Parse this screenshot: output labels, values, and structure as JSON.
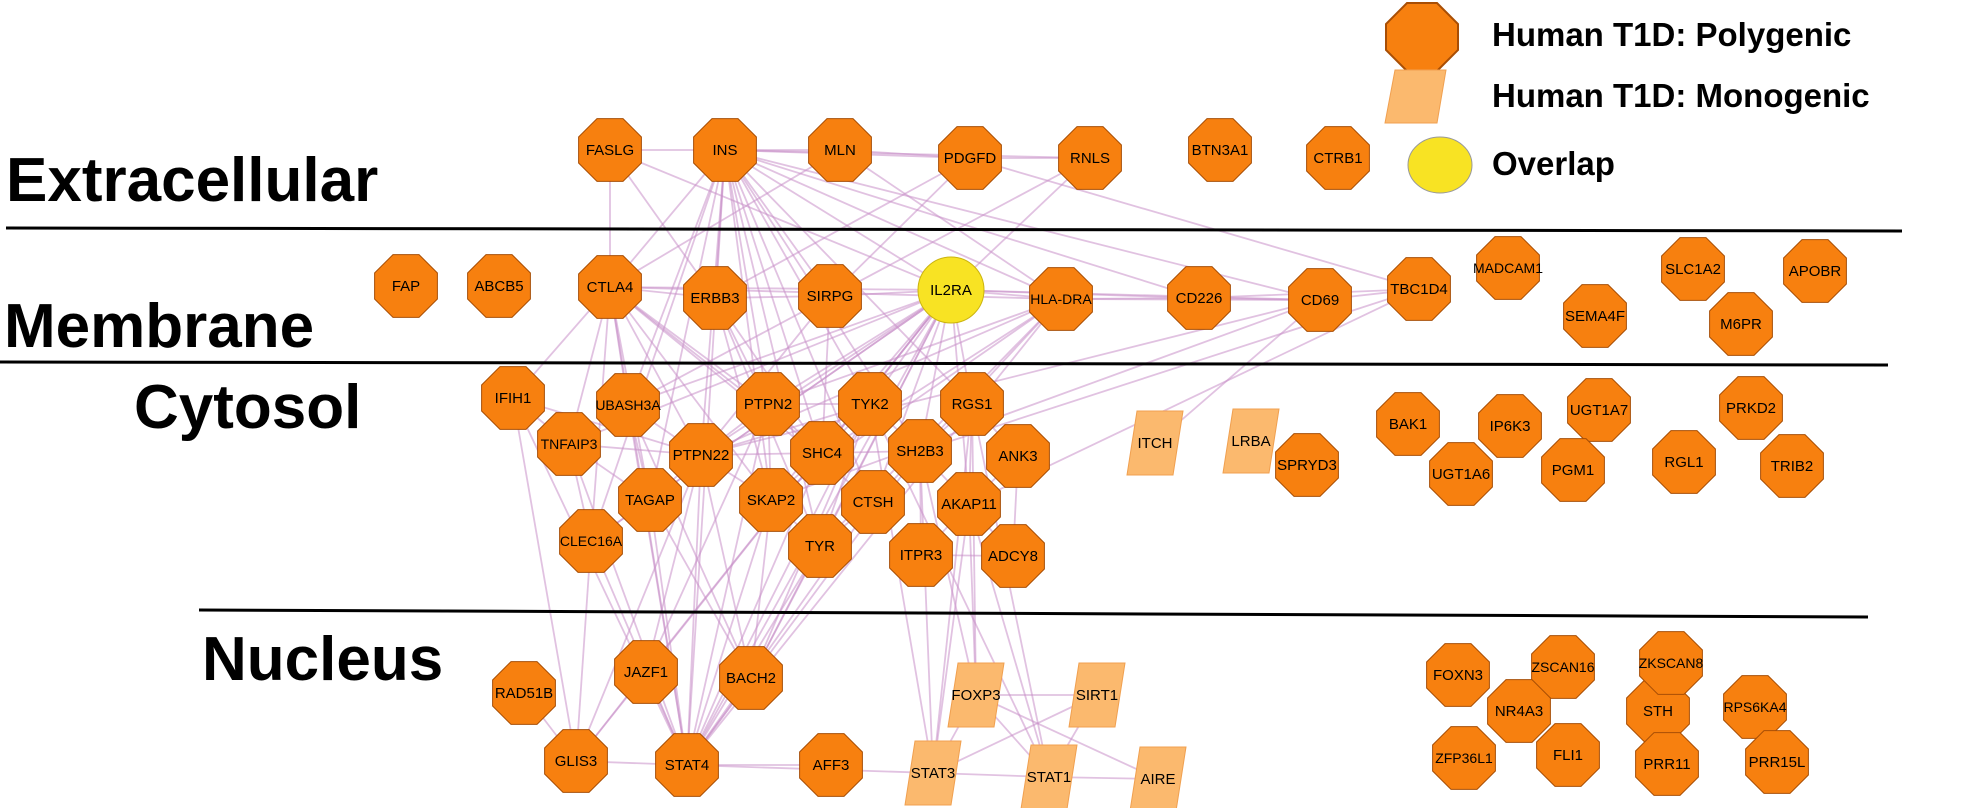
{
  "legend": {
    "polygenic": "Human T1D: Polygenic",
    "monogenic": "Human T1D: Monogenic",
    "overlap": "Overlap"
  },
  "regions": {
    "extracellular": "Extracellular",
    "membrane": "Membrane",
    "cytosol": "Cytosol",
    "nucleus": "Nucleus"
  },
  "colors": {
    "polygenic_fill": "#f7800f",
    "polygenic_stroke": "#a84e05",
    "monogenic_fill": "#fbb96e",
    "overlap_fill": "#f8e323",
    "edge": "#c98fc9"
  },
  "nodes": [
    {
      "id": "FASLG",
      "type": "polygenic"
    },
    {
      "id": "INS",
      "type": "polygenic"
    },
    {
      "id": "MLN",
      "type": "polygenic"
    },
    {
      "id": "PDGFD",
      "type": "polygenic"
    },
    {
      "id": "RNLS",
      "type": "polygenic"
    },
    {
      "id": "BTN3A1",
      "type": "polygenic"
    },
    {
      "id": "CTRB1",
      "type": "polygenic"
    },
    {
      "id": "FAP",
      "type": "polygenic"
    },
    {
      "id": "ABCB5",
      "type": "polygenic"
    },
    {
      "id": "CTLA4",
      "type": "polygenic"
    },
    {
      "id": "ERBB3",
      "type": "polygenic"
    },
    {
      "id": "SIRPG",
      "type": "polygenic"
    },
    {
      "id": "IL2RA",
      "type": "overlap"
    },
    {
      "id": "HLA-DRA",
      "type": "polygenic"
    },
    {
      "id": "CD226",
      "type": "polygenic"
    },
    {
      "id": "CD69",
      "type": "polygenic"
    },
    {
      "id": "TBC1D4",
      "type": "polygenic"
    },
    {
      "id": "MADCAM1",
      "type": "polygenic"
    },
    {
      "id": "SEMA4F",
      "type": "polygenic"
    },
    {
      "id": "SLC1A2",
      "type": "polygenic"
    },
    {
      "id": "M6PR",
      "type": "polygenic"
    },
    {
      "id": "APOBR",
      "type": "polygenic"
    },
    {
      "id": "IFIH1",
      "type": "polygenic"
    },
    {
      "id": "UBASH3A",
      "type": "polygenic"
    },
    {
      "id": "PTPN2",
      "type": "polygenic"
    },
    {
      "id": "TYK2",
      "type": "polygenic"
    },
    {
      "id": "RGS1",
      "type": "polygenic"
    },
    {
      "id": "TNFAIP3",
      "type": "polygenic"
    },
    {
      "id": "PTPN22",
      "type": "polygenic"
    },
    {
      "id": "SHC4",
      "type": "polygenic"
    },
    {
      "id": "SH2B3",
      "type": "polygenic"
    },
    {
      "id": "ANK3",
      "type": "polygenic"
    },
    {
      "id": "TAGAP",
      "type": "polygenic"
    },
    {
      "id": "SKAP2",
      "type": "polygenic"
    },
    {
      "id": "CTSH",
      "type": "polygenic"
    },
    {
      "id": "AKAP11",
      "type": "polygenic"
    },
    {
      "id": "CLEC16A",
      "type": "polygenic"
    },
    {
      "id": "TYR",
      "type": "polygenic"
    },
    {
      "id": "ITPR3",
      "type": "polygenic"
    },
    {
      "id": "ADCY8",
      "type": "polygenic"
    },
    {
      "id": "ITCH",
      "type": "monogenic"
    },
    {
      "id": "LRBA",
      "type": "monogenic"
    },
    {
      "id": "SPRYD3",
      "type": "polygenic"
    },
    {
      "id": "BAK1",
      "type": "polygenic"
    },
    {
      "id": "IP6K3",
      "type": "polygenic"
    },
    {
      "id": "UGT1A6",
      "type": "polygenic"
    },
    {
      "id": "UGT1A7",
      "type": "polygenic"
    },
    {
      "id": "PGM1",
      "type": "polygenic"
    },
    {
      "id": "RGL1",
      "type": "polygenic"
    },
    {
      "id": "PRKD2",
      "type": "polygenic"
    },
    {
      "id": "TRIB2",
      "type": "polygenic"
    },
    {
      "id": "RAD51B",
      "type": "polygenic"
    },
    {
      "id": "JAZF1",
      "type": "polygenic"
    },
    {
      "id": "BACH2",
      "type": "polygenic"
    },
    {
      "id": "GLIS3",
      "type": "polygenic"
    },
    {
      "id": "STAT4",
      "type": "polygenic"
    },
    {
      "id": "AFF3",
      "type": "polygenic"
    },
    {
      "id": "FOXP3",
      "type": "monogenic"
    },
    {
      "id": "SIRT1",
      "type": "monogenic"
    },
    {
      "id": "STAT3",
      "type": "monogenic"
    },
    {
      "id": "STAT1",
      "type": "monogenic"
    },
    {
      "id": "AIRE",
      "type": "monogenic"
    },
    {
      "id": "FOXN3",
      "type": "polygenic"
    },
    {
      "id": "ZSCAN16",
      "type": "polygenic"
    },
    {
      "id": "NR4A3",
      "type": "polygenic"
    },
    {
      "id": "ZFP36L1",
      "type": "polygenic"
    },
    {
      "id": "FLI1",
      "type": "polygenic"
    },
    {
      "id": "STH",
      "type": "polygenic"
    },
    {
      "id": "ZKSCAN8",
      "type": "polygenic"
    },
    {
      "id": "RPS6KA4",
      "type": "polygenic"
    },
    {
      "id": "PRR11",
      "type": "polygenic"
    },
    {
      "id": "PRR15L",
      "type": "polygenic"
    }
  ],
  "edges": [
    [
      "INS",
      "MLN"
    ],
    [
      "INS",
      "PDGFD"
    ],
    [
      "INS",
      "RNLS"
    ],
    [
      "INS",
      "FASLG"
    ],
    [
      "INS",
      "CTLA4"
    ],
    [
      "INS",
      "ERBB3"
    ],
    [
      "INS",
      "SIRPG"
    ],
    [
      "INS",
      "IL2RA"
    ],
    [
      "INS",
      "HLA-DRA"
    ],
    [
      "INS",
      "CD226"
    ],
    [
      "INS",
      "CD69"
    ],
    [
      "INS",
      "PTPN22"
    ],
    [
      "INS",
      "PTPN2"
    ],
    [
      "INS",
      "TYK2"
    ],
    [
      "INS",
      "SHC4"
    ],
    [
      "INS",
      "SKAP2"
    ],
    [
      "INS",
      "TYR"
    ],
    [
      "INS",
      "CTSH"
    ],
    [
      "INS",
      "RGS1"
    ],
    [
      "INS",
      "UBASH3A"
    ],
    [
      "INS",
      "TAGAP"
    ],
    [
      "INS",
      "STAT4"
    ],
    [
      "INS",
      "CLEC16A"
    ],
    [
      "INS",
      "SH2B3"
    ],
    [
      "MLN",
      "PDGFD"
    ],
    [
      "MLN",
      "HLA-DRA"
    ],
    [
      "MLN",
      "CTLA4"
    ],
    [
      "PDGFD",
      "ERBB3"
    ],
    [
      "PDGFD",
      "SIRPG"
    ],
    [
      "PDGFD",
      "TBC1D4"
    ],
    [
      "PDGFD",
      "RNLS"
    ],
    [
      "FASLG",
      "CTLA4"
    ],
    [
      "FASLG",
      "ERBB3"
    ],
    [
      "FASLG",
      "IL2RA"
    ],
    [
      "RNLS",
      "IL2RA"
    ],
    [
      "RNLS",
      "UBASH3A"
    ],
    [
      "CTLA4",
      "ERBB3"
    ],
    [
      "CTLA4",
      "IL2RA"
    ],
    [
      "CTLA4",
      "PTPN22"
    ],
    [
      "CTLA4",
      "UBASH3A"
    ],
    [
      "CTLA4",
      "STAT4"
    ],
    [
      "CTLA4",
      "TNFAIP3"
    ],
    [
      "CTLA4",
      "TAGAP"
    ],
    [
      "CTLA4",
      "CLEC16A"
    ],
    [
      "CTLA4",
      "SHC4"
    ],
    [
      "CTLA4",
      "PTPN2"
    ],
    [
      "CTLA4",
      "SKAP2"
    ],
    [
      "CTLA4",
      "IFIH1"
    ],
    [
      "CTLA4",
      "CTSH"
    ],
    [
      "ERBB3",
      "SIRPG"
    ],
    [
      "ERBB3",
      "SHC4"
    ],
    [
      "ERBB3",
      "PTPN2"
    ],
    [
      "ERBB3",
      "TYR"
    ],
    [
      "ERBB3",
      "SKAP2"
    ],
    [
      "SIRPG",
      "IL2RA"
    ],
    [
      "SIRPG",
      "PTPN22"
    ],
    [
      "SIRPG",
      "SHC4"
    ],
    [
      "IL2RA",
      "HLA-DRA"
    ],
    [
      "IL2RA",
      "CD226"
    ],
    [
      "IL2RA",
      "CD69"
    ],
    [
      "IL2RA",
      "PTPN22"
    ],
    [
      "IL2RA",
      "PTPN2"
    ],
    [
      "IL2RA",
      "TYK2"
    ],
    [
      "IL2RA",
      "UBASH3A"
    ],
    [
      "IL2RA",
      "STAT4"
    ],
    [
      "IL2RA",
      "SH2B3"
    ],
    [
      "IL2RA",
      "RGS1"
    ],
    [
      "IL2RA",
      "SHC4"
    ],
    [
      "IL2RA",
      "TAGAP"
    ],
    [
      "IL2RA",
      "SKAP2"
    ],
    [
      "IL2RA",
      "TNFAIP3"
    ],
    [
      "IL2RA",
      "CLEC16A"
    ],
    [
      "IL2RA",
      "CTSH"
    ],
    [
      "IL2RA",
      "BACH2"
    ],
    [
      "IL2RA",
      "GLIS3"
    ],
    [
      "IL2RA",
      "TYR"
    ],
    [
      "IL2RA",
      "JAZF1"
    ],
    [
      "IL2RA",
      "AKAP11"
    ],
    [
      "HLA-DRA",
      "CD226"
    ],
    [
      "HLA-DRA",
      "CD69"
    ],
    [
      "HLA-DRA",
      "PTPN22"
    ],
    [
      "HLA-DRA",
      "CTSH"
    ],
    [
      "HLA-DRA",
      "CTLA4"
    ],
    [
      "HLA-DRA",
      "TYR"
    ],
    [
      "HLA-DRA",
      "STAT4"
    ],
    [
      "HLA-DRA",
      "SKAP2"
    ],
    [
      "HLA-DRA",
      "SHC4"
    ],
    [
      "HLA-DRA",
      "PTPN2"
    ],
    [
      "CD226",
      "CD69"
    ],
    [
      "CD226",
      "TBC1D4"
    ],
    [
      "CD69",
      "TBC1D4"
    ],
    [
      "CD69",
      "PTPN22"
    ],
    [
      "CD69",
      "SKAP2"
    ],
    [
      "TBC1D4",
      "AKAP11"
    ],
    [
      "TBC1D4",
      "SH2B3"
    ],
    [
      "IFIH1",
      "TNFAIP3"
    ],
    [
      "IFIH1",
      "GLIS3"
    ],
    [
      "IFIH1",
      "PTPN22"
    ],
    [
      "IFIH1",
      "STAT4"
    ],
    [
      "UBASH3A",
      "PTPN22"
    ],
    [
      "UBASH3A",
      "STAT4"
    ],
    [
      "UBASH3A",
      "BACH2"
    ],
    [
      "UBASH3A",
      "TAGAP"
    ],
    [
      "PTPN2",
      "TYK2"
    ],
    [
      "PTPN2",
      "PTPN22"
    ],
    [
      "PTPN2",
      "SHC4"
    ],
    [
      "PTPN2",
      "STAT4"
    ],
    [
      "PTPN2",
      "JAZF1"
    ],
    [
      "PTPN2",
      "SKAP2"
    ],
    [
      "TYK2",
      "SH2B3"
    ],
    [
      "TYK2",
      "STAT4"
    ],
    [
      "TYK2",
      "STAT3"
    ],
    [
      "TYK2",
      "PTPN22"
    ],
    [
      "TYK2",
      "SHC4"
    ],
    [
      "TYK2",
      "BACH2"
    ],
    [
      "TYK2",
      "STAT1"
    ],
    [
      "TYK2",
      "TYR"
    ],
    [
      "RGS1",
      "SH2B3"
    ],
    [
      "RGS1",
      "STAT1"
    ],
    [
      "RGS1",
      "STAT3"
    ],
    [
      "RGS1",
      "ANK3"
    ],
    [
      "RGS1",
      "AKAP11"
    ],
    [
      "TNFAIP3",
      "PTPN22"
    ],
    [
      "TNFAIP3",
      "STAT4"
    ],
    [
      "TNFAIP3",
      "TAGAP"
    ],
    [
      "TNFAIP3",
      "CLEC16A"
    ],
    [
      "PTPN22",
      "SHC4"
    ],
    [
      "PTPN22",
      "STAT4"
    ],
    [
      "PTPN22",
      "TAGAP"
    ],
    [
      "PTPN22",
      "BACH2"
    ],
    [
      "PTPN22",
      "JAZF1"
    ],
    [
      "PTPN22",
      "GLIS3"
    ],
    [
      "PTPN22",
      "SKAP2"
    ],
    [
      "SHC4",
      "SH2B3"
    ],
    [
      "SHC4",
      "SKAP2"
    ],
    [
      "SHC4",
      "STAT4"
    ],
    [
      "SH2B3",
      "AKAP11"
    ],
    [
      "SH2B3",
      "STAT4"
    ],
    [
      "SH2B3",
      "STAT3"
    ],
    [
      "SH2B3",
      "ITPR3"
    ],
    [
      "SH2B3",
      "FOXP3"
    ],
    [
      "ANK3",
      "AKAP11"
    ],
    [
      "ANK3",
      "ADCY8"
    ],
    [
      "AKAP11",
      "ITPR3"
    ],
    [
      "AKAP11",
      "ADCY8"
    ],
    [
      "AKAP11",
      "STAT3"
    ],
    [
      "AKAP11",
      "FOXP3"
    ],
    [
      "ITPR3",
      "ADCY8"
    ],
    [
      "TAGAP",
      "STAT4"
    ],
    [
      "TAGAP",
      "CLEC16A"
    ],
    [
      "TAGAP",
      "BACH2"
    ],
    [
      "SKAP2",
      "STAT4"
    ],
    [
      "SKAP2",
      "BACH2"
    ],
    [
      "SKAP2",
      "TYR"
    ],
    [
      "CTSH",
      "STAT4"
    ],
    [
      "CTSH",
      "TYR"
    ],
    [
      "CLEC16A",
      "GLIS3"
    ],
    [
      "CLEC16A",
      "STAT4"
    ],
    [
      "TYR",
      "STAT4"
    ],
    [
      "TYR",
      "BACH2"
    ],
    [
      "RAD51B",
      "GLIS3"
    ],
    [
      "JAZF1",
      "GLIS3"
    ],
    [
      "JAZF1",
      "STAT4"
    ],
    [
      "BACH2",
      "STAT4"
    ],
    [
      "GLIS3",
      "STAT4"
    ],
    [
      "STAT4",
      "AFF3"
    ],
    [
      "STAT4",
      "STAT3"
    ],
    [
      "FOXP3",
      "SIRT1"
    ],
    [
      "FOXP3",
      "STAT3"
    ],
    [
      "FOXP3",
      "STAT1"
    ],
    [
      "FOXP3",
      "AIRE"
    ],
    [
      "SIRT1",
      "STAT3"
    ],
    [
      "SIRT1",
      "STAT1"
    ],
    [
      "STAT3",
      "STAT1"
    ],
    [
      "STAT1",
      "AIRE"
    ],
    [
      "AKAP11",
      "STAT1"
    ],
    [
      "RGS1",
      "FOXP3"
    ],
    [
      "ITCH",
      "CD69"
    ]
  ]
}
